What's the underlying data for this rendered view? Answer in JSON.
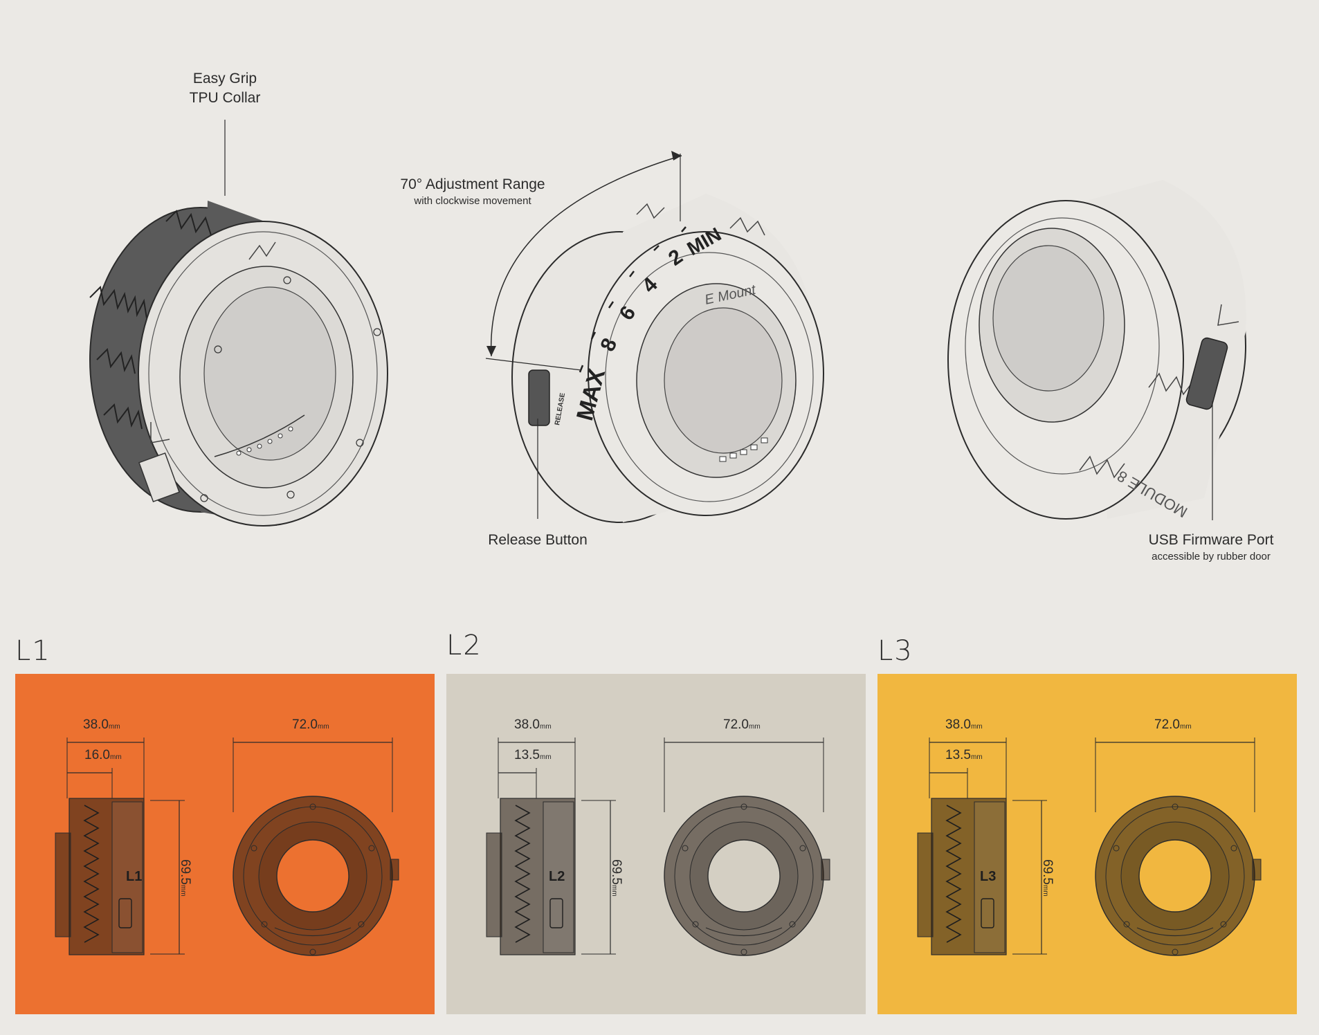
{
  "callouts": {
    "grip": {
      "main_line1": "Easy Grip",
      "main_line2": "TPU Collar"
    },
    "adjust": {
      "main": "70° Adjustment Range",
      "sub": "with clockwise movement"
    },
    "release": {
      "main": "Release Button"
    },
    "usb": {
      "main": "USB Firmware Port",
      "sub": "accessible by rubber door"
    }
  },
  "dial_marks": [
    "MAX",
    "8",
    "6",
    "4",
    "2",
    "MIN"
  ],
  "release_text": "RELEASE",
  "mount_text": "E Mount",
  "brand_text": "MODULE 8",
  "variants": [
    {
      "label": "L1",
      "color": "#ec7130",
      "width_overall": "38.0",
      "width_inner": "16.0",
      "diameter": "72.0",
      "height": "69.5",
      "unit": "mm",
      "side_label": "L1"
    },
    {
      "label": "L2",
      "color": "#d4cfc3",
      "width_overall": "38.0",
      "width_inner": "13.5",
      "diameter": "72.0",
      "height": "69.5",
      "unit": "mm",
      "side_label": "L2"
    },
    {
      "label": "L3",
      "color": "#f1b740",
      "width_overall": "38.0",
      "width_inner": "13.5",
      "diameter": "72.0",
      "height": "69.5",
      "unit": "mm",
      "side_label": "L3"
    }
  ]
}
